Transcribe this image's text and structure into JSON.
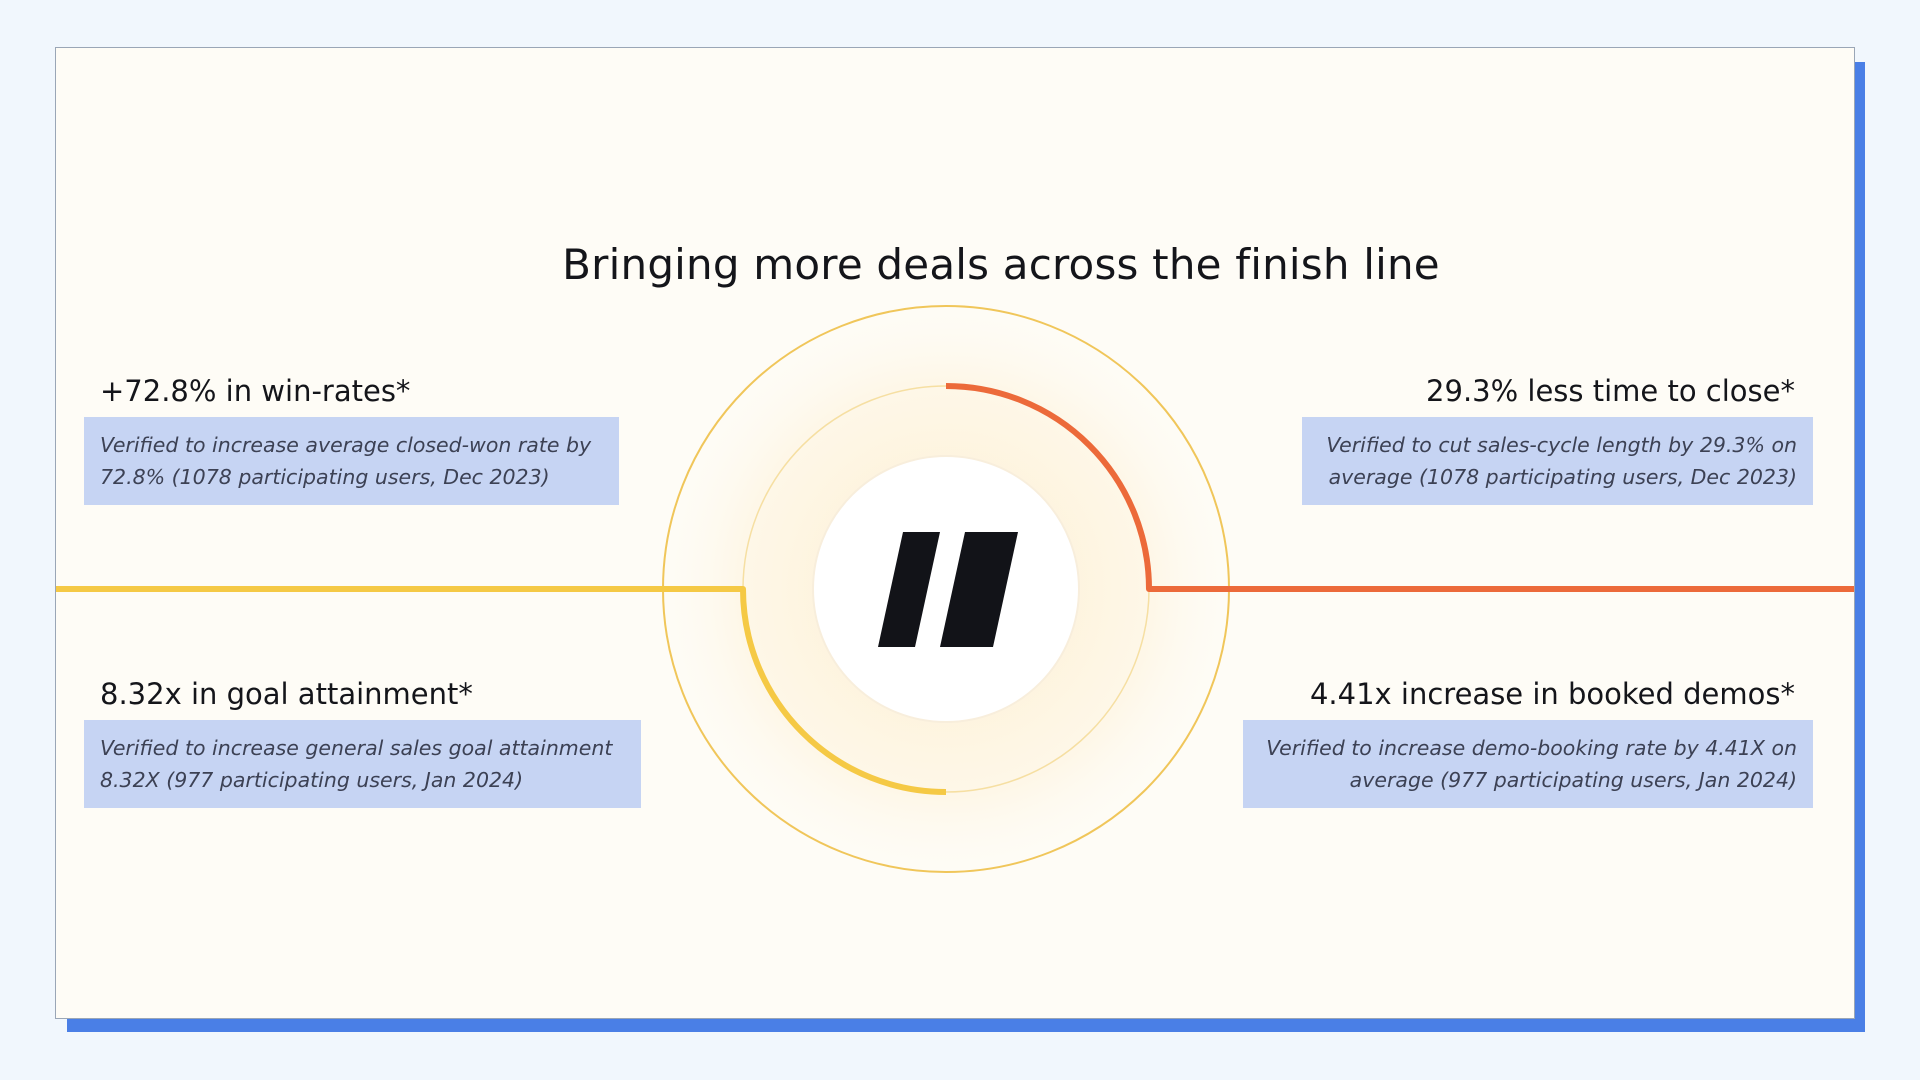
{
  "slide": {
    "title": "Bringing more deals across the finish line"
  },
  "stats": {
    "win_rates": {
      "heading": "+72.8% in win-rates*",
      "detail_line1": "Verified to increase average closed-won rate by",
      "detail_line2": "72.8% (1078 participating users, Dec 2023)"
    },
    "time_to_close": {
      "heading": "29.3% less time to close*",
      "detail_line1": "Verified to cut sales-cycle length by 29.3% on",
      "detail_line2": "average (1078 participating users, Dec 2023)"
    },
    "goal_attainment": {
      "heading": "8.32x in goal attainment*",
      "detail_line1": "Verified to increase general sales goal attainment",
      "detail_line2": "8.32X (977 participating users, Jan 2024)"
    },
    "booked_demos": {
      "heading": "4.41x increase in booked demos*",
      "detail_line1": "Verified to increase demo-booking rate by 4.41X on",
      "detail_line2": "average (977 participating users, Jan 2024)"
    }
  },
  "colors": {
    "accent_yellow": "#f5c945",
    "accent_orange": "#ec6a3a",
    "box_blue": "#c6d4f3",
    "frame_blue": "#4a7fe6",
    "logo": "#121318"
  },
  "icons": {
    "logo": "double-slash-logo-icon"
  }
}
